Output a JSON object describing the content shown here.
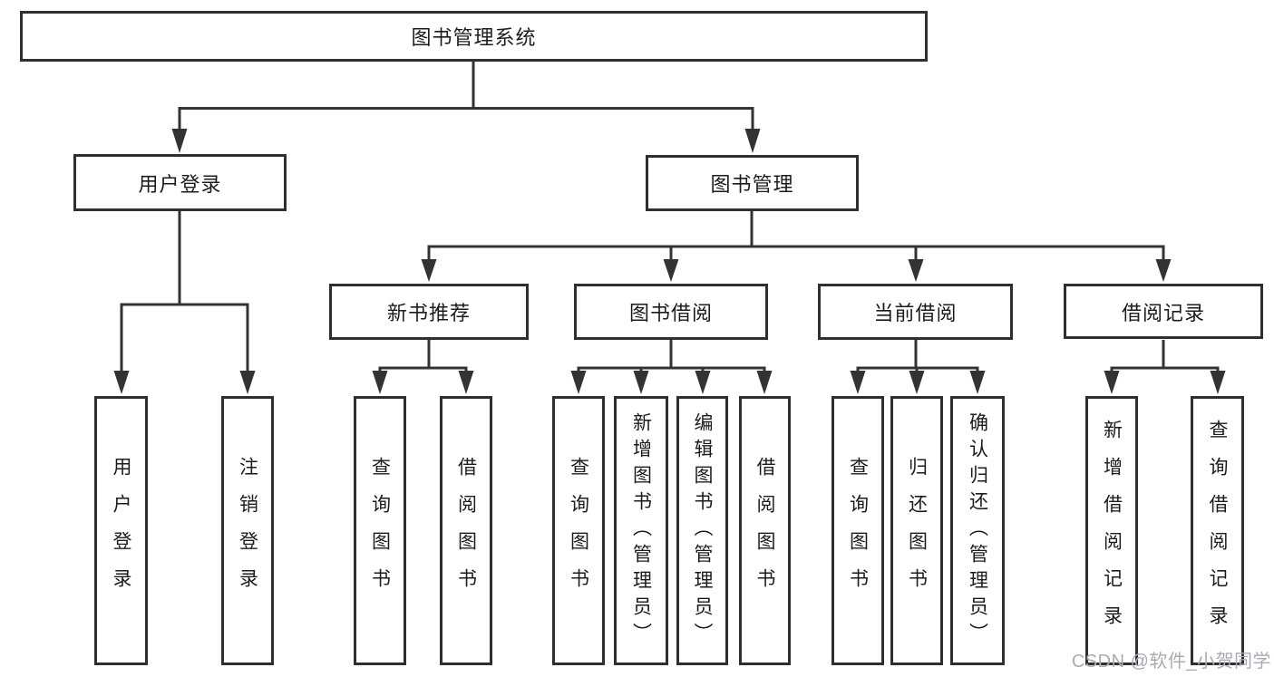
{
  "diagram": {
    "root": {
      "label": "图书管理系统"
    },
    "branches": [
      {
        "label": "用户登录",
        "children": [
          {
            "label": "用户登录"
          },
          {
            "label": "注销登录"
          }
        ]
      },
      {
        "label": "图书管理",
        "children": [
          {
            "label": "新书推荐",
            "children": [
              {
                "label": "查询图书"
              },
              {
                "label": "借阅图书"
              }
            ]
          },
          {
            "label": "图书借阅",
            "children": [
              {
                "label": "查询图书"
              },
              {
                "label": "新增图书（管理员）"
              },
              {
                "label": "编辑图书（管理员）"
              },
              {
                "label": "借阅图书"
              }
            ]
          },
          {
            "label": "当前借阅",
            "children": [
              {
                "label": "查询图书"
              },
              {
                "label": "归还图书"
              },
              {
                "label": "确认归还（管理员）"
              }
            ]
          },
          {
            "label": "借阅记录",
            "children": [
              {
                "label": "新增借阅记录"
              },
              {
                "label": "查询借阅记录"
              }
            ]
          }
        ]
      }
    ]
  },
  "watermark": {
    "text": "CSDN @软件_小贺同学"
  },
  "colors": {
    "line": "#333333",
    "box_border": "#2f2f2f",
    "text": "#1c1c1c",
    "watermark": "#a8abb2",
    "background": "#ffffff"
  }
}
